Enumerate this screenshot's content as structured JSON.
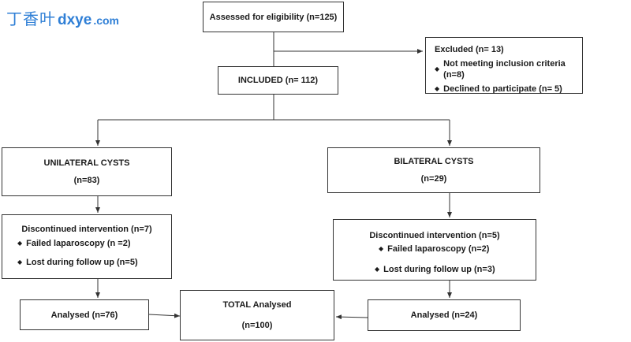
{
  "watermark": {
    "cn": "丁香叶",
    "latin": "dxye",
    "dom": ".com"
  },
  "boxes": {
    "assessed": "Assessed for eligibility (n=125)",
    "excluded": {
      "title": "Excluded (n= 13)",
      "items": [
        "Not meeting inclusion criteria (n=8)",
        "Declined to participate (n= 5)"
      ]
    },
    "included": "INCLUDED (n= 112)",
    "unilateral": {
      "title": "UNILATERAL CYSTS",
      "count": "(n=83)"
    },
    "bilateral": {
      "title": "BILATERAL CYSTS",
      "count": "(n=29)"
    },
    "disc_left": {
      "title": "Discontinued intervention (n=7)",
      "items": [
        "Failed laparoscopy (n =2)",
        "Lost during follow up (n=5)"
      ]
    },
    "disc_right": {
      "title": "Discontinued intervention (n=5)",
      "items": [
        "Failed laparoscopy (n=2)",
        "Lost during follow up (n=3)"
      ]
    },
    "analysed_left": "Analysed (n=76)",
    "analysed_right": "Analysed (n=24)",
    "total": {
      "title": "TOTAL Analysed",
      "count": "(n=100)"
    }
  },
  "colors": {
    "line": "#333333",
    "watermark": "#2f7fd6"
  },
  "icons": {
    "bullet": "diamond"
  }
}
